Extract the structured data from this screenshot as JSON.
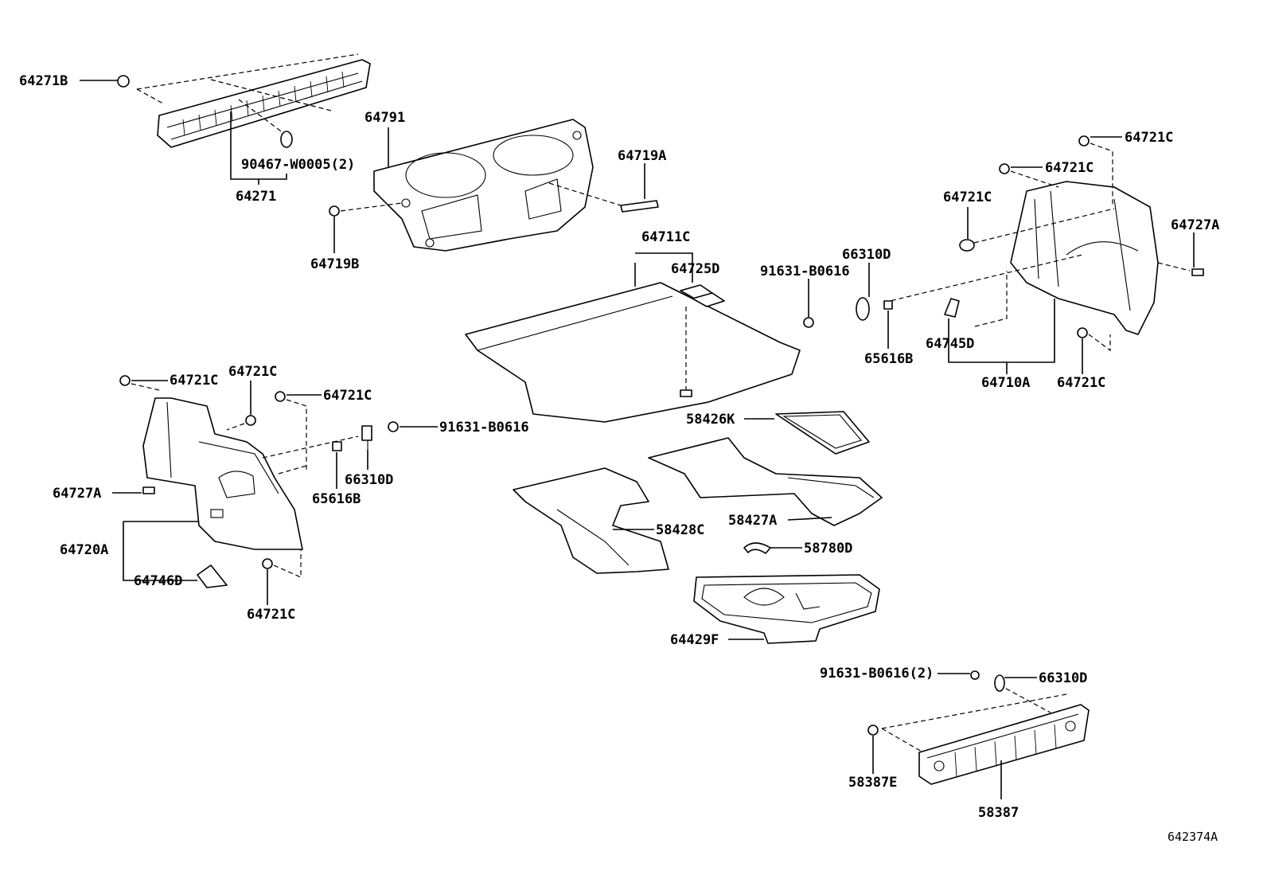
{
  "diagram_code": "642374A",
  "labels": {
    "p64271B": "64271B",
    "p90467": "90467-W0005(2)",
    "p64271": "64271",
    "p64791": "64791",
    "p64719A": "64719A",
    "p64719B": "64719B",
    "p64711C": "64711C",
    "p64725D": "64725D",
    "p91631_top": "91631-B0616",
    "p66310D_top": "66310D",
    "p65616B_top": "65616B",
    "p64745D": "64745D",
    "p64710A": "64710A",
    "p64721C_r1": "64721C",
    "p64721C_r2": "64721C",
    "p64721C_r3": "64721C",
    "p64721C_r4": "64721C",
    "p64727A_r": "64727A",
    "p64721C_l1": "64721C",
    "p64721C_l2": "64721C",
    "p64721C_l3": "64721C",
    "p64721C_l4": "64721C",
    "p91631_mid": "91631-B0616",
    "p66310D_mid": "66310D",
    "p65616B_mid": "65616B",
    "p64727A_l": "64727A",
    "p64720A": "64720A",
    "p64746D": "64746D",
    "p58426K": "58426K",
    "p58428C": "58428C",
    "p58427A": "58427A",
    "p58780D": "58780D",
    "p64429F": "64429F",
    "p91631_bot": "91631-B0616(2)",
    "p66310D_bot": "66310D",
    "p58387E": "58387E",
    "p58387": "58387"
  }
}
